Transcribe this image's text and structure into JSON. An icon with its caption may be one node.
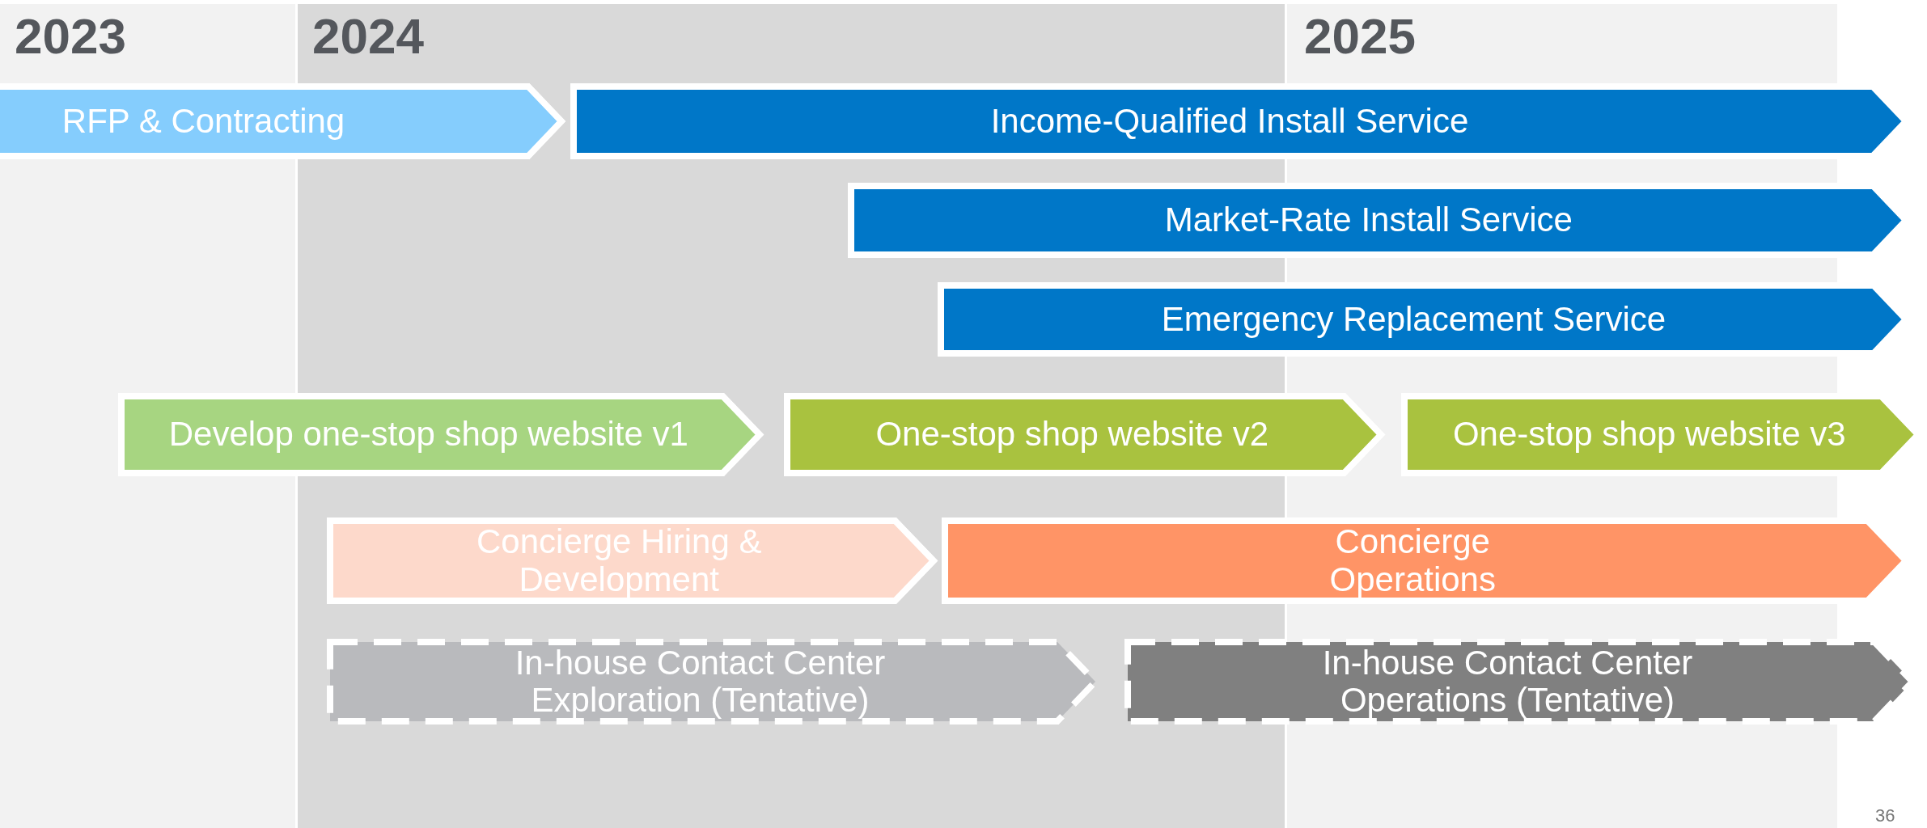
{
  "diagram": {
    "nodes": [
      {
        "text": [
          "RFP & Contracting"
        ]
      },
      {
        "text": [
          "Income-Qualified Install Service"
        ]
      },
      {
        "text": [
          "Market-Rate Install Service"
        ]
      },
      {
        "text": [
          "Emergency Replacement Service"
        ]
      },
      {
        "text": [
          "Develop one-stop shop website v1"
        ]
      },
      {
        "text": [
          "One-stop shop website v2"
        ]
      },
      {
        "text": [
          "One-stop shop website v3"
        ]
      },
      {
        "text": [
          "Concierge Hiring & Development"
        ]
      },
      {
        "text": [
          "Concierge Operations"
        ]
      },
      {
        "text": [
          "In-house Contact Center Exploration (Tentative)"
        ]
      },
      {
        "text": [
          "In-house Contact Center Operations (Tentative)"
        ]
      }
    ],
    "labels": [
      "2023",
      "2024",
      "2025",
      "36"
    ]
  }
}
